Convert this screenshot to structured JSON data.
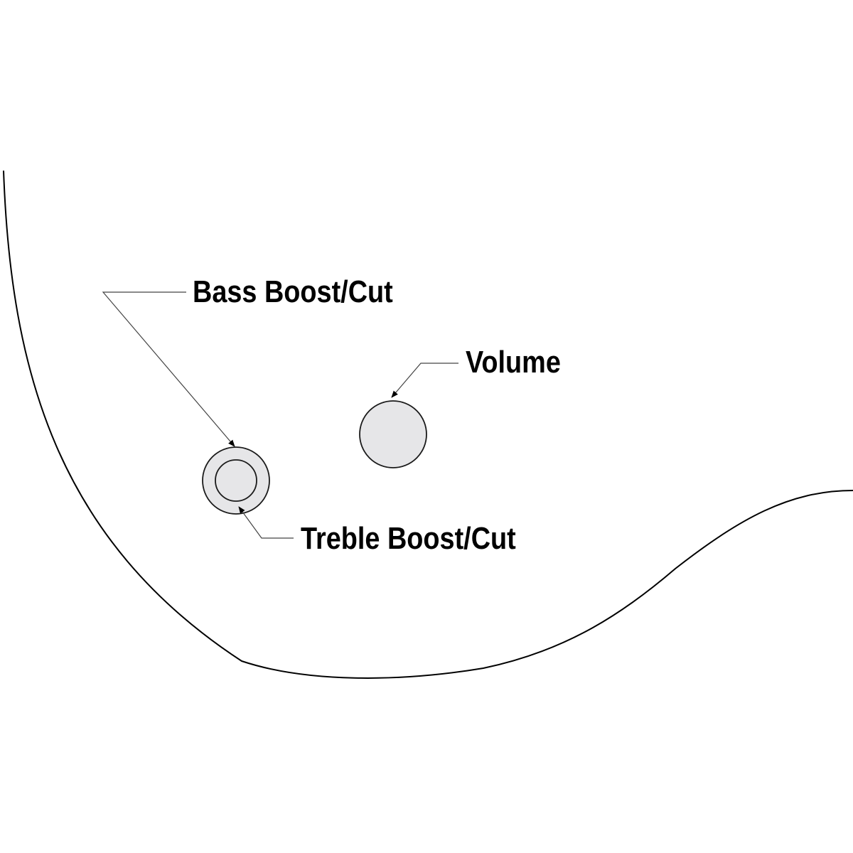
{
  "colors": {
    "outline": "#000000",
    "leader_line": "#444444",
    "knob_fill": "#e6e6e8",
    "knob_stroke": "#1a1a1a",
    "background": "#ffffff"
  },
  "controls": {
    "bass": {
      "label": "Bass Boost/Cut"
    },
    "volume": {
      "label": "Volume"
    },
    "treble": {
      "label": "Treble Boost/Cut"
    }
  }
}
